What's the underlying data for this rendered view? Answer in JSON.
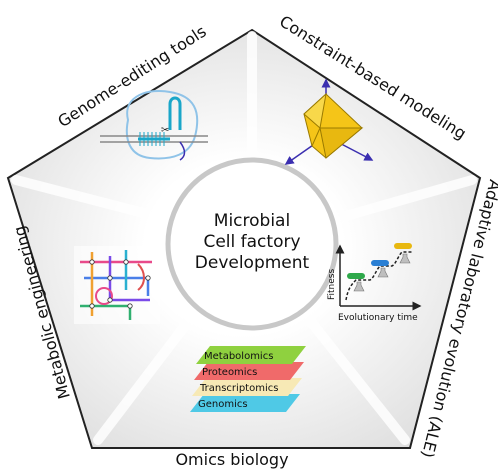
{
  "center": {
    "line1": "Microbial",
    "line2": "Cell factory",
    "line3": "Development"
  },
  "sections": {
    "genome": "Genome-editing tools",
    "constraint": "Constraint-based modeling",
    "ale": "Adaptive laboratory evolution (ALE)",
    "omics": "Omics biology",
    "metabolic": "Metabolic engineering"
  },
  "ale_plot": {
    "ylabel": "Fitness",
    "xlabel": "Evolutionary time"
  },
  "omics_layers": [
    {
      "label": "Metabolomics",
      "color": "#8fd13f"
    },
    {
      "label": "Proteomics",
      "color": "#f06a6a"
    },
    {
      "label": "Transcriptomics",
      "color": "#f7e9b5"
    },
    {
      "label": "Genomics",
      "color": "#4fc9e6"
    }
  ],
  "colors": {
    "pentagon_outline": "#222222",
    "background_gradient": "#e6e6e6",
    "polytope": "#f5c518",
    "axes": "#3b2fb0",
    "crispr_guide": "#1aa6c9",
    "dna": "#888888"
  }
}
